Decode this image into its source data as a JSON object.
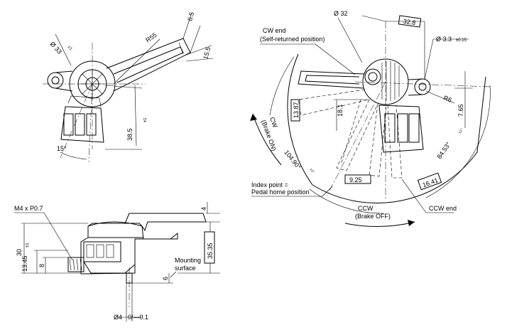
{
  "top_left_view": {
    "dim_diameter": "Ø 33",
    "dim_diameter_tol": "±1",
    "dim_r55": "R55",
    "dim_65": "6.5",
    "dim_155": "15.5",
    "dim_385": "38.5",
    "dim_385_tol": "±1",
    "dim_15deg": "15°"
  },
  "side_view": {
    "thread": "M4 x P0.7",
    "dim_4": "4",
    "dim_3535": "35.35",
    "dim_30": "30",
    "dim_30_tol": "±1",
    "dim_1345": "13.45",
    "dim_8": "8",
    "dim_6": "6",
    "mounting_surface_1": "Mounting",
    "mounting_surface_2": "surface",
    "shaft_dia": "Ø4",
    "shaft_tol": "0/—0.1"
  },
  "right_view": {
    "dim_d32": "Ø 32",
    "dim_328": "32.8",
    "dim_d33": "Ø 3.3",
    "dim_d33_tol": "±0.15",
    "cw_end_1": "CW end",
    "cw_end_2": "(Self-returned position)",
    "dim_r6": "R6",
    "dim_765": "7.65",
    "dim_1387": "13.87",
    "dim_181": "18.1",
    "dim_925": "9.25",
    "dim_1641": "16.41",
    "dim_10490": "104.90°",
    "dim_8453": "84.53°",
    "cw_label": "CW",
    "cw_sub": "(Brake ON)",
    "ccw_label": "CCW",
    "ccw_sub": "(Brake OFF)",
    "ccw_end": "CCW end",
    "index_1": "Index point =",
    "index_2": "Pedal home position",
    "tol_small": "±1°"
  }
}
